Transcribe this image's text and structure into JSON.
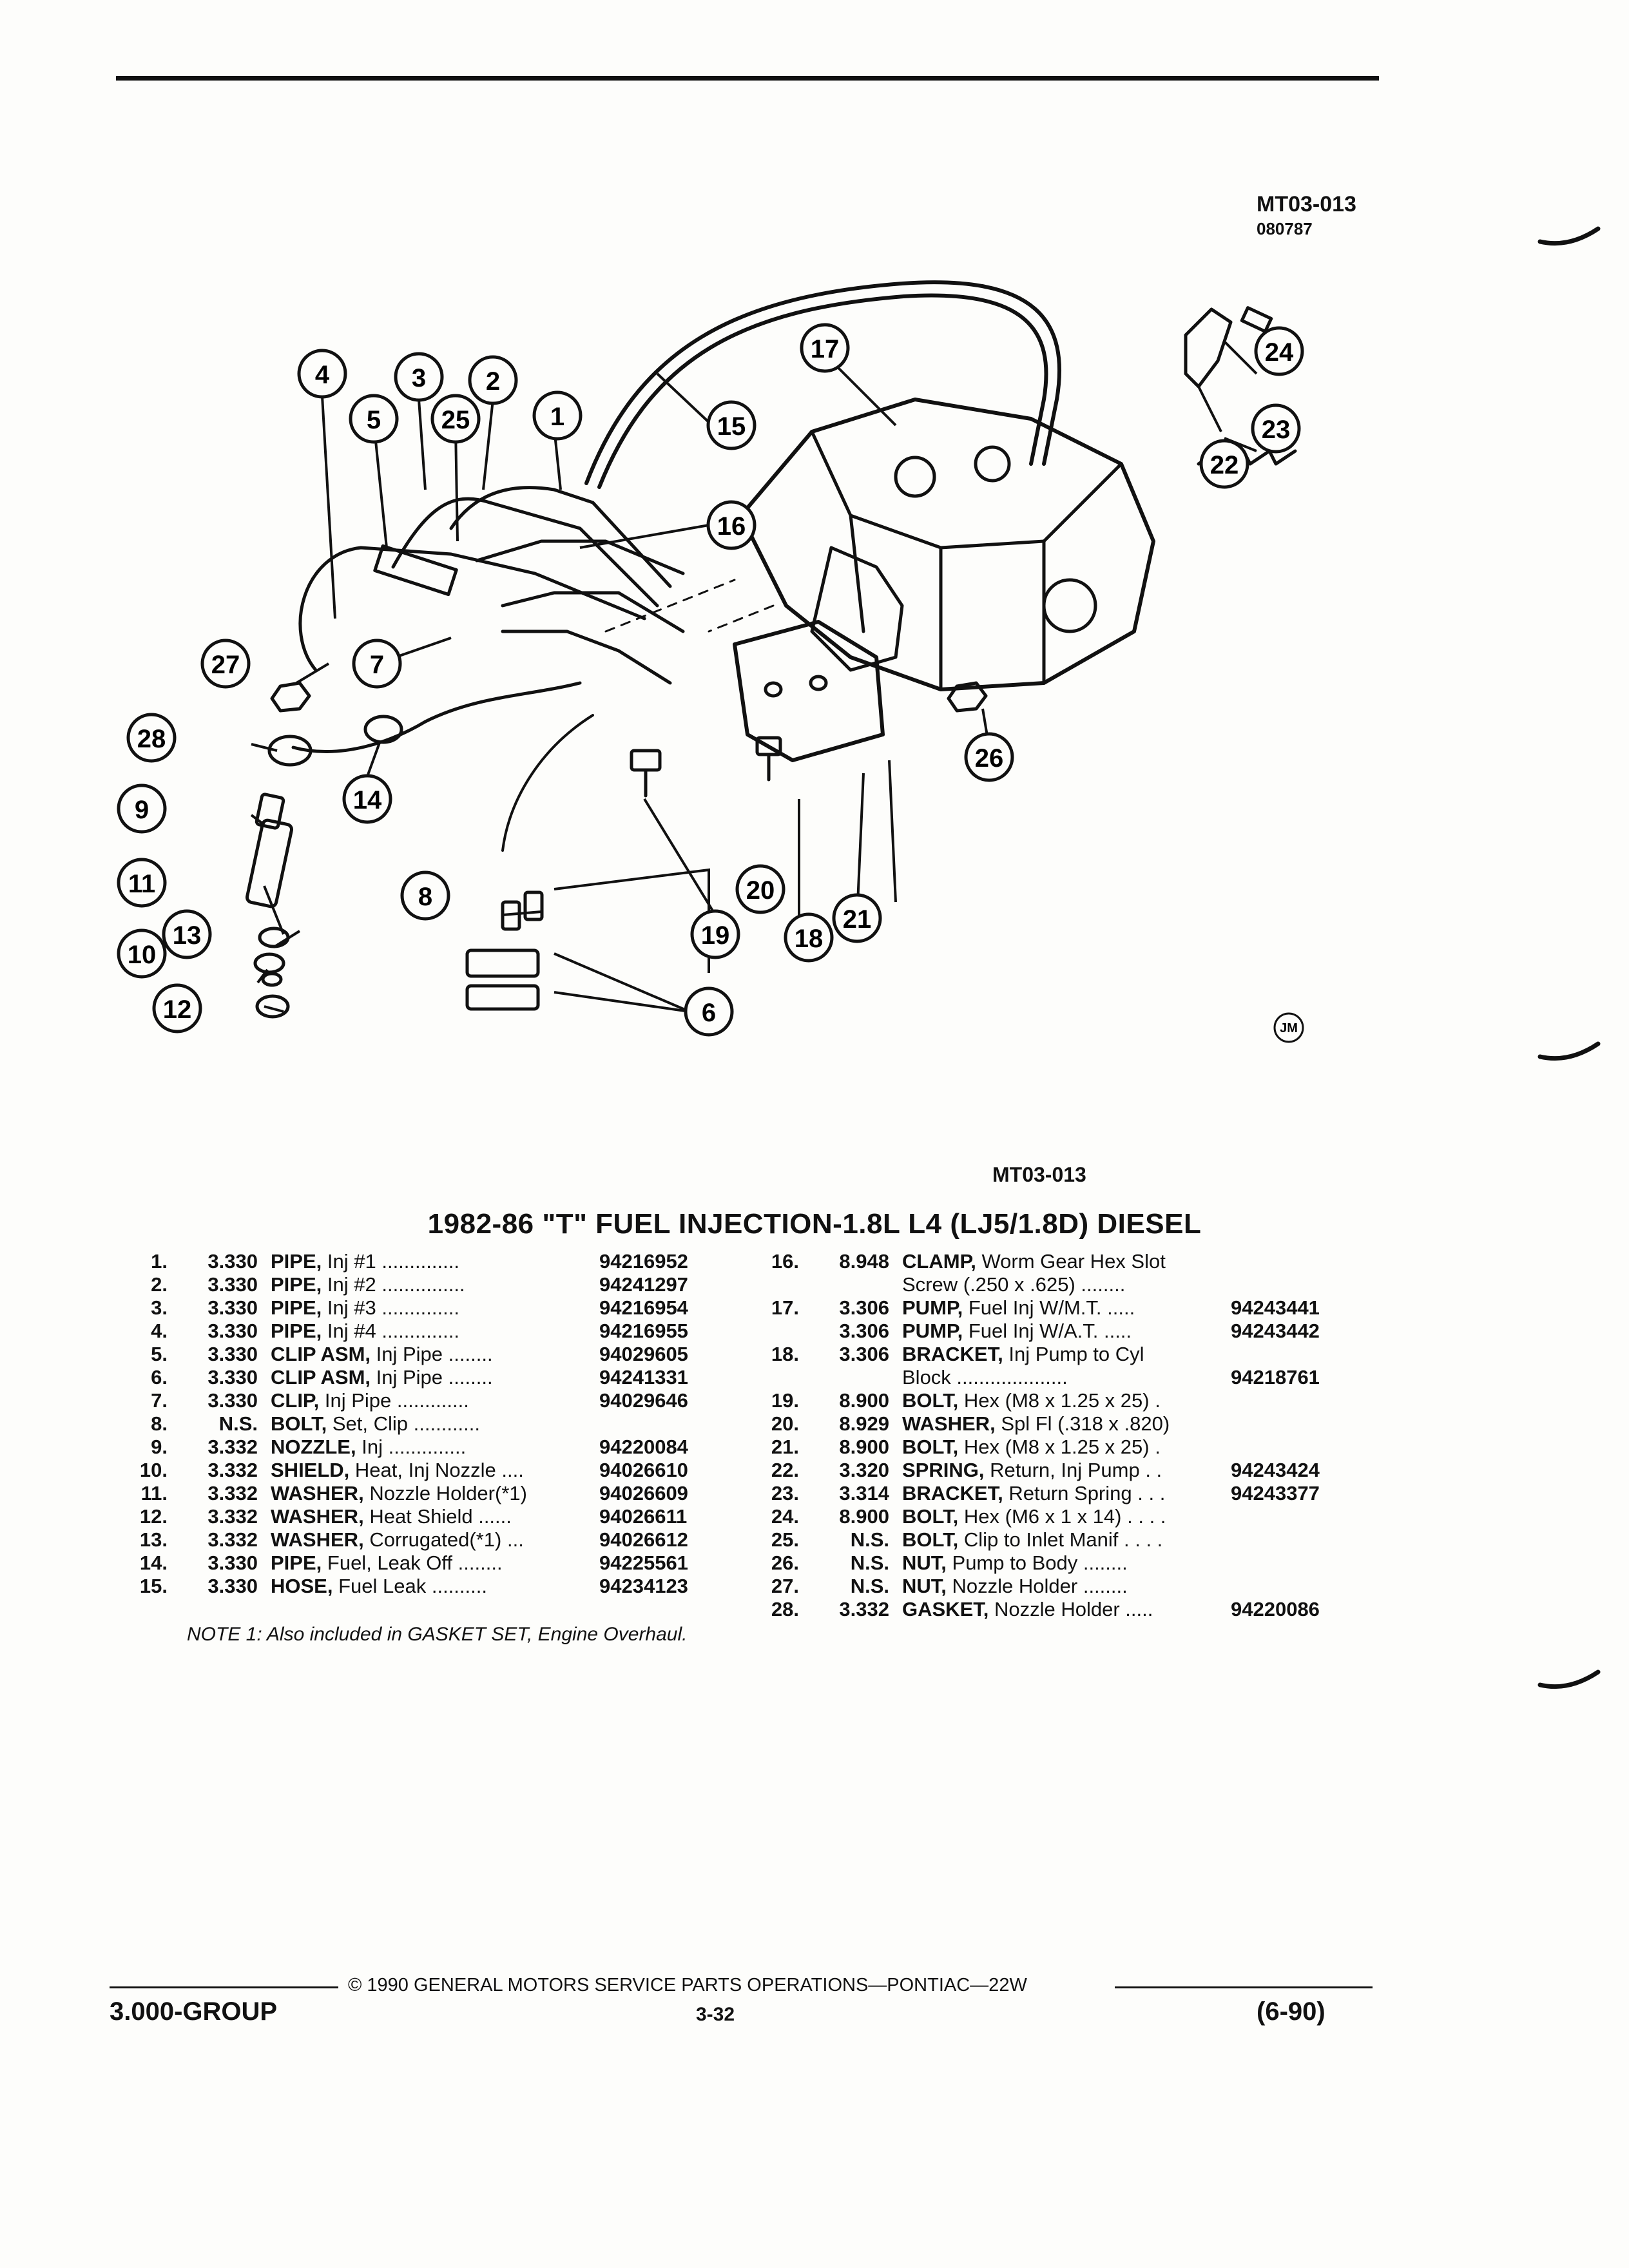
{
  "header": {
    "ref_code": "MT03-013",
    "ref_date": "080787"
  },
  "diagram": {
    "callouts": [
      "1",
      "2",
      "3",
      "4",
      "5",
      "6",
      "7",
      "8",
      "9",
      "10",
      "11",
      "12",
      "13",
      "14",
      "15",
      "16",
      "17",
      "18",
      "19",
      "20",
      "21",
      "22",
      "23",
      "24",
      "25",
      "26",
      "27",
      "28"
    ],
    "artist_mark": "JM",
    "label": "MT03-013"
  },
  "title": "1982-86 \"T\" FUEL INJECTION-1.8L L4 (LJ5/1.8D) DIESEL",
  "parts_left": [
    {
      "num": "1.",
      "group": "3.330",
      "name": "PIPE,",
      "desc": "Inj #1",
      "dots": " ..............",
      "pn": "94216952"
    },
    {
      "num": "2.",
      "group": "3.330",
      "name": "PIPE,",
      "desc": "Inj #2",
      "dots": " ...............",
      "pn": "94241297"
    },
    {
      "num": "3.",
      "group": "3.330",
      "name": "PIPE,",
      "desc": "Inj #3",
      "dots": " ..............",
      "pn": "94216954"
    },
    {
      "num": "4.",
      "group": "3.330",
      "name": "PIPE,",
      "desc": "Inj #4",
      "dots": " ..............",
      "pn": "94216955"
    },
    {
      "num": "5.",
      "group": "3.330",
      "name": "CLIP ASM,",
      "desc": "Inj Pipe",
      "dots": " ........",
      "pn": "94029605"
    },
    {
      "num": "6.",
      "group": "3.330",
      "name": "CLIP ASM,",
      "desc": "Inj Pipe",
      "dots": " ........",
      "pn": "94241331"
    },
    {
      "num": "7.",
      "group": "3.330",
      "name": "CLIP,",
      "desc": "Inj Pipe",
      "dots": " .............",
      "pn": "94029646"
    },
    {
      "num": "8.",
      "group": "N.S.",
      "name": "BOLT,",
      "desc": "Set, Clip",
      "dots": " ............",
      "pn": ""
    },
    {
      "num": "9.",
      "group": "3.332",
      "name": "NOZZLE,",
      "desc": "Inj",
      "dots": " ..............",
      "pn": "94220084"
    },
    {
      "num": "10.",
      "group": "3.332",
      "name": "SHIELD,",
      "desc": "Heat, Inj Nozzle",
      "dots": " ....",
      "pn": "94026610"
    },
    {
      "num": "11.",
      "group": "3.332",
      "name": "WASHER,",
      "desc": "Nozzle Holder(*1)",
      "dots": " ",
      "pn": "94026609"
    },
    {
      "num": "12.",
      "group": "3.332",
      "name": "WASHER,",
      "desc": "Heat Shield",
      "dots": " ......",
      "pn": "94026611"
    },
    {
      "num": "13.",
      "group": "3.332",
      "name": "WASHER,",
      "desc": "Corrugated(*1)",
      "dots": " ...",
      "pn": "94026612"
    },
    {
      "num": "14.",
      "group": "3.330",
      "name": "PIPE,",
      "desc": "Fuel, Leak Off",
      "dots": " ........",
      "pn": "94225561"
    },
    {
      "num": "15.",
      "group": "3.330",
      "name": "HOSE,",
      "desc": "Fuel Leak",
      "dots": " ..........",
      "pn": "94234123"
    }
  ],
  "parts_right": [
    {
      "num": "16.",
      "group": "8.948",
      "name": "CLAMP,",
      "desc": "Worm Gear Hex Slot",
      "dots": "",
      "pn": ""
    },
    {
      "num": "",
      "group": "",
      "name": "",
      "desc": "Screw (.250 x .625)",
      "dots": " ........",
      "pn": ""
    },
    {
      "num": "17.",
      "group": "3.306",
      "name": "PUMP,",
      "desc": "Fuel Inj W/M.T.",
      "dots": " .....",
      "pn": "94243441"
    },
    {
      "num": "",
      "group": "3.306",
      "name": "PUMP,",
      "desc": "Fuel Inj W/A.T.",
      "dots": " .....",
      "pn": "94243442"
    },
    {
      "num": "18.",
      "group": "3.306",
      "name": "BRACKET,",
      "desc": "Inj Pump to Cyl",
      "dots": "",
      "pn": ""
    },
    {
      "num": "",
      "group": "",
      "name": "",
      "desc": "Block",
      "dots": " ....................",
      "pn": "94218761"
    },
    {
      "num": "19.",
      "group": "8.900",
      "name": "BOLT,",
      "desc": "Hex (M8 x 1.25 x 25)",
      "dots": "  .",
      "pn": ""
    },
    {
      "num": "20.",
      "group": "8.929",
      "name": "WASHER,",
      "desc": "Spl Fl (.318 x .820)",
      "dots": "",
      "pn": ""
    },
    {
      "num": "21.",
      "group": "8.900",
      "name": "BOLT,",
      "desc": "Hex (M8 x 1.25 x 25)",
      "dots": "  .",
      "pn": ""
    },
    {
      "num": "22.",
      "group": "3.320",
      "name": "SPRING,",
      "desc": "Return, Inj Pump",
      "dots": "  . .",
      "pn": "94243424"
    },
    {
      "num": "23.",
      "group": "3.314",
      "name": "BRACKET,",
      "desc": "Return Spring",
      "dots": " . . .",
      "pn": "94243377"
    },
    {
      "num": "24.",
      "group": "8.900",
      "name": "BOLT,",
      "desc": "Hex (M6 x 1 x 14)",
      "dots": " . . . .",
      "pn": ""
    },
    {
      "num": "25.",
      "group": "N.S.",
      "name": "BOLT,",
      "desc": "Clip to Inlet Manif",
      "dots": " . . . .",
      "pn": ""
    },
    {
      "num": "26.",
      "group": "N.S.",
      "name": "NUT,",
      "desc": "Pump to Body",
      "dots": " ........",
      "pn": ""
    },
    {
      "num": "27.",
      "group": "N.S.",
      "name": "NUT,",
      "desc": "Nozzle Holder",
      "dots": " ........",
      "pn": ""
    },
    {
      "num": "28.",
      "group": "3.332",
      "name": "GASKET,",
      "desc": "Nozzle Holder",
      "dots": " .....",
      "pn": "94220086"
    }
  ],
  "note": "NOTE 1: Also included in GASKET SET, Engine Overhaul.",
  "footer": {
    "copyright": "© 1990 GENERAL MOTORS SERVICE PARTS OPERATIONS—PONTIAC—22W",
    "group": "3.000-GROUP",
    "page": "3-32",
    "revision": "(6-90)"
  }
}
